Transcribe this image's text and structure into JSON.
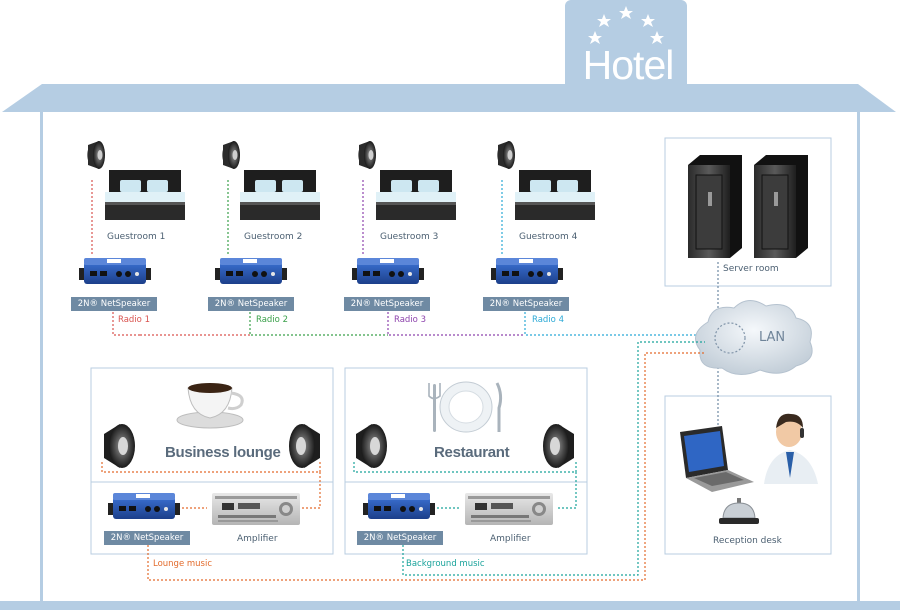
{
  "sign": {
    "title": "Hotel"
  },
  "guestrooms": [
    {
      "room": "Guestroom 1",
      "device": "2N® NetSpeaker",
      "radio": "Radio 1",
      "color": "#d9534f"
    },
    {
      "room": "Guestroom 2",
      "device": "2N® NetSpeaker",
      "radio": "Radio 2",
      "color": "#3aa04a"
    },
    {
      "room": "Guestroom 3",
      "device": "2N® NetSpeaker",
      "radio": "Radio 3",
      "color": "#8e44ad"
    },
    {
      "room": "Guestroom 4",
      "device": "2N® NetSpeaker",
      "radio": "Radio 4",
      "color": "#2ba9d6"
    }
  ],
  "server_room": {
    "label": "Server room"
  },
  "lan": {
    "label": "LAN"
  },
  "reception": {
    "label": "Reception desk"
  },
  "lounge": {
    "title": "Business lounge",
    "device": "2N® NetSpeaker",
    "amplifier": "Amplifier",
    "stream": "Lounge music",
    "color": "#e36b2c"
  },
  "restaurant": {
    "title": "Restaurant",
    "device": "2N® NetSpeaker",
    "amplifier": "Amplifier",
    "stream": "Background music",
    "color": "#1aa39b"
  }
}
